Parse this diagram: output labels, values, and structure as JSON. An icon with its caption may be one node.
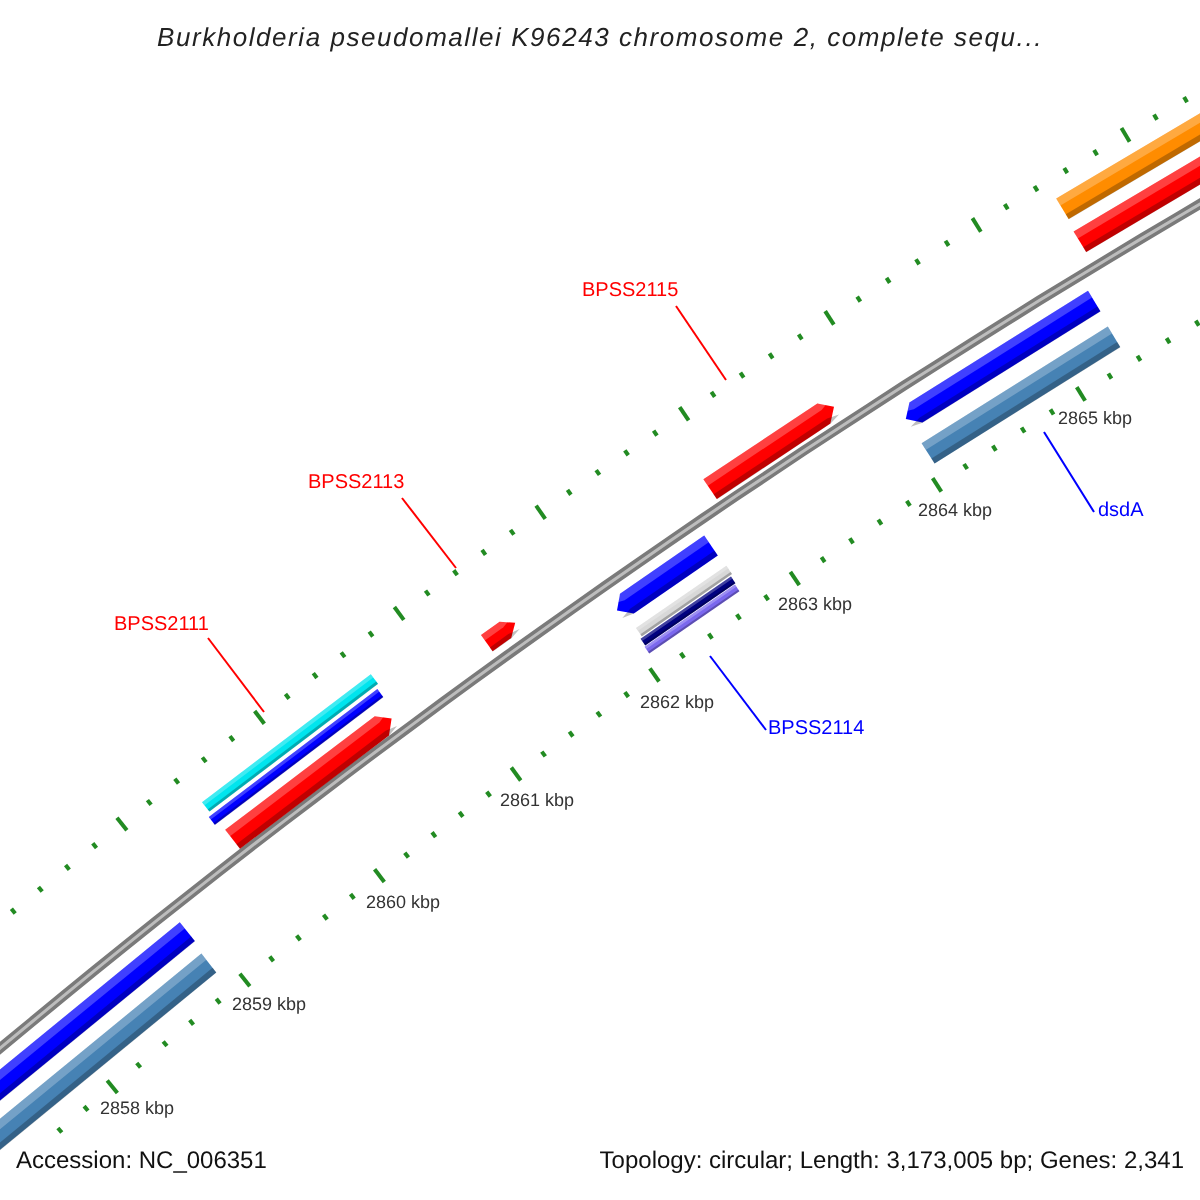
{
  "diagram": {
    "title": "Burkholderia pseudomallei K96243 chromosome 2, complete sequ...",
    "nodes": [
      {
        "text": [
          "BPSS2111"
        ]
      },
      {
        "text": [],
        "shape": "bar"
      },
      {
        "text": [
          "BPSS2113"
        ]
      },
      {
        "text": [],
        "shape": "bar"
      },
      {
        "text": [
          "BPSS2115"
        ]
      },
      {
        "text": [],
        "shape": "bar"
      },
      {
        "text": [
          "BPSS2114"
        ]
      },
      {
        "text": [],
        "shape": "bar"
      },
      {
        "text": [
          "dsdA"
        ]
      },
      {
        "text": [],
        "shape": "bar"
      }
    ],
    "edges": [
      {
        "from": 0,
        "to": 1,
        "arrow": "none"
      },
      {
        "from": 2,
        "to": 3,
        "arrow": "none"
      },
      {
        "from": 4,
        "to": 5,
        "arrow": "none"
      },
      {
        "from": 6,
        "to": 7,
        "arrow": "none",
        "color": "#0000ff"
      },
      {
        "from": 8,
        "to": 9,
        "arrow": "none",
        "color": "#0000ff"
      }
    ],
    "labels": [
      "2858 kbp",
      "2859 kbp",
      "2860 kbp",
      "2861 kbp",
      "2862 kbp",
      "2863 kbp",
      "2864 kbp",
      "2865 kbp",
      "Accession: NC_006351",
      "Topology: circular; Length: 3,173,005 bp; Genes: 2,341"
    ]
  }
}
